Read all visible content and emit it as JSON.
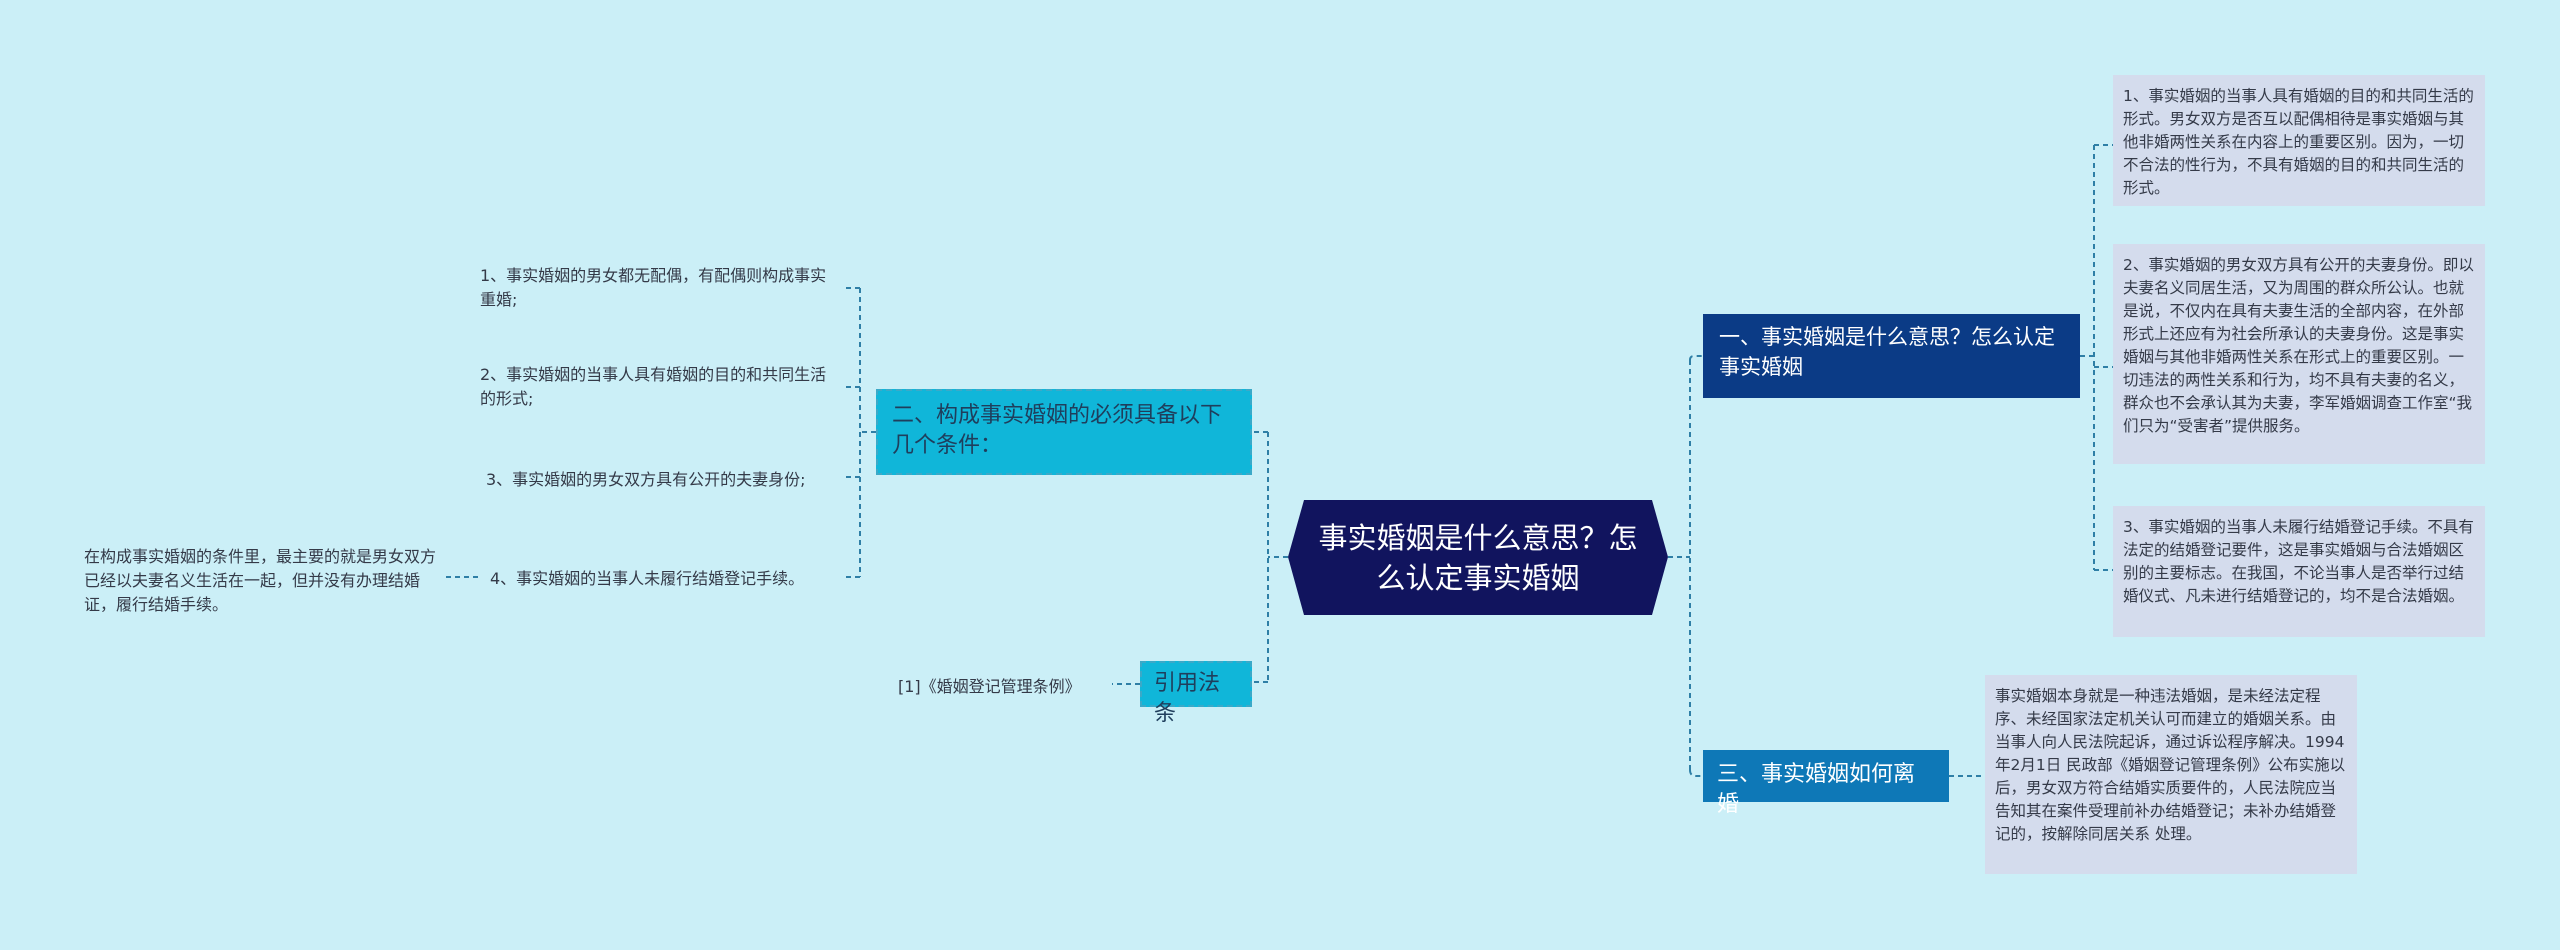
{
  "root": {
    "title": "事实婚姻是什么意思？怎么认定事实婚姻"
  },
  "right": {
    "topic1": {
      "label": "一、事实婚姻是什么意思？怎么认定事实婚姻",
      "details": [
        "1、事实婚姻的当事人具有婚姻的目的和共同生活的形式。男女双方是否互以配偶相待是事实婚姻与其他非婚两性关系在内容上的重要区别。因为，一切不合法的性行为，不具有婚姻的目的和共同生活的形式。",
        "2、事实婚姻的男女双方具有公开的夫妻身份。即以夫妻名义同居生活，又为周围的群众所公认。也就是说，不仅内在具有夫妻生活的全部内容，在外部形式上还应有为社会所承认的夫妻身份。这是事实婚姻与其他非婚两性关系在形式上的重要区别。一切违法的两性关系和行为，均不具有夫妻的名义，群众也不会承认其为夫妻，李军婚姻调查工作室“我们只为“受害者”提供服务。",
        "3、事实婚姻的当事人未履行结婚登记手续。不具有法定的结婚登记要件，这是事实婚姻与合法婚姻区别的主要标志。在我国，不论当事人是否举行过结婚仪式、凡未进行结婚登记的，均不是合法婚姻。"
      ]
    },
    "topic3": {
      "label": "三、事实婚姻如何离婚",
      "detail": "事实婚姻本身就是一种违法婚姻，是未经法定程序、未经国家法定机关认可而建立的婚姻关系。由当事人向人民法院起诉，通过诉讼程序解决。1994年2月1日 民政部《婚姻登记管理条例》公布实施以后，男女双方符合结婚实质要件的，人民法院应当告知其在案件受理前补办结婚登记；未补办结婚登记的，按解除同居关系 处理。"
    }
  },
  "left": {
    "topic2": {
      "label": "二、构成事实婚姻的必须具备以下几个条件：",
      "items": [
        "1、事实婚姻的男女都无配偶，有配偶则构成事实重婚;",
        "2、事实婚姻的当事人具有婚姻的目的和共同生活的形式;",
        "3、事实婚姻的男女双方具有公开的夫妻身份;",
        "4、事实婚姻的当事人未履行结婚登记手续。"
      ],
      "sub_note": "在构成事实婚姻的条件里，最主要的就是男女双方已经以夫妻名义生活在一起，但并没有办理结婚证，履行结婚手续。"
    },
    "citation": {
      "label": "引用法条",
      "ref": "[1]《婚姻登记管理条例》"
    }
  },
  "colors": {
    "background": "#cbeff7",
    "root": "#11145e",
    "right_branch": "#0b3b86",
    "right_branch_2": "#0e78b7",
    "left_branch": "#10b6d9",
    "detail_box": "#d4dced",
    "connector": "#2f7fa6"
  }
}
